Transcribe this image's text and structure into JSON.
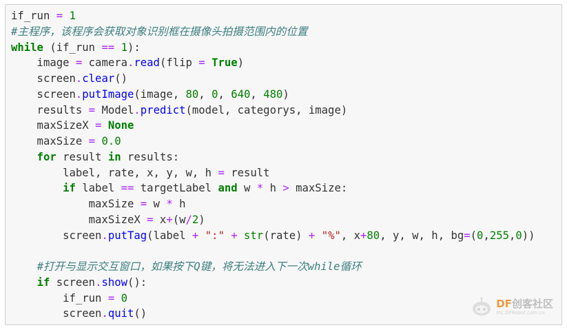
{
  "code": {
    "lines": [
      [
        [
          "plain",
          "if_run "
        ],
        [
          "op",
          "="
        ],
        [
          "plain",
          " "
        ],
        [
          "num",
          "1"
        ]
      ],
      [
        [
          "com",
          "#主程序，该程序会获取对象识别框在摄像头拍摄范围内的位置"
        ]
      ],
      [
        [
          "kw",
          "while"
        ],
        [
          "plain",
          " (if_run "
        ],
        [
          "op",
          "=="
        ],
        [
          "plain",
          " "
        ],
        [
          "num",
          "1"
        ],
        [
          "plain",
          "):"
        ]
      ],
      [
        [
          "plain",
          "    image "
        ],
        [
          "op",
          "="
        ],
        [
          "plain",
          " camera"
        ],
        [
          "op",
          "."
        ],
        [
          "fn",
          "read"
        ],
        [
          "plain",
          "(flip "
        ],
        [
          "op",
          "="
        ],
        [
          "plain",
          " "
        ],
        [
          "kw",
          "True"
        ],
        [
          "plain",
          ")"
        ]
      ],
      [
        [
          "plain",
          "    screen"
        ],
        [
          "op",
          "."
        ],
        [
          "fn",
          "clear"
        ],
        [
          "plain",
          "()"
        ]
      ],
      [
        [
          "plain",
          "    screen"
        ],
        [
          "op",
          "."
        ],
        [
          "fn",
          "putImage"
        ],
        [
          "plain",
          "(image, "
        ],
        [
          "num",
          "80"
        ],
        [
          "plain",
          ", "
        ],
        [
          "num",
          "0"
        ],
        [
          "plain",
          ", "
        ],
        [
          "num",
          "640"
        ],
        [
          "plain",
          ", "
        ],
        [
          "num",
          "480"
        ],
        [
          "plain",
          ")"
        ]
      ],
      [
        [
          "plain",
          "    results "
        ],
        [
          "op",
          "="
        ],
        [
          "plain",
          " Model"
        ],
        [
          "op",
          "."
        ],
        [
          "fn",
          "predict"
        ],
        [
          "plain",
          "(model, categorys, image)"
        ]
      ],
      [
        [
          "plain",
          "    maxSizeX "
        ],
        [
          "op",
          "="
        ],
        [
          "plain",
          " "
        ],
        [
          "kw",
          "None"
        ]
      ],
      [
        [
          "plain",
          "    maxSize "
        ],
        [
          "op",
          "="
        ],
        [
          "plain",
          " "
        ],
        [
          "num",
          "0.0"
        ]
      ],
      [
        [
          "plain",
          "    "
        ],
        [
          "kw",
          "for"
        ],
        [
          "plain",
          " result "
        ],
        [
          "kw",
          "in"
        ],
        [
          "plain",
          " results:"
        ]
      ],
      [
        [
          "plain",
          "        label, rate, x, y, w, h "
        ],
        [
          "op",
          "="
        ],
        [
          "plain",
          " result"
        ]
      ],
      [
        [
          "plain",
          "        "
        ],
        [
          "kw",
          "if"
        ],
        [
          "plain",
          " label "
        ],
        [
          "op",
          "=="
        ],
        [
          "plain",
          " targetLabel "
        ],
        [
          "kw",
          "and"
        ],
        [
          "plain",
          " w "
        ],
        [
          "op",
          "*"
        ],
        [
          "plain",
          " h "
        ],
        [
          "op",
          ">"
        ],
        [
          "plain",
          " maxSize:"
        ]
      ],
      [
        [
          "plain",
          "            maxSize "
        ],
        [
          "op",
          "="
        ],
        [
          "plain",
          " w "
        ],
        [
          "op",
          "*"
        ],
        [
          "plain",
          " h"
        ]
      ],
      [
        [
          "plain",
          "            maxSizeX "
        ],
        [
          "op",
          "="
        ],
        [
          "plain",
          " x"
        ],
        [
          "op",
          "+"
        ],
        [
          "plain",
          "(w"
        ],
        [
          "op",
          "/"
        ],
        [
          "num",
          "2"
        ],
        [
          "plain",
          ")"
        ]
      ],
      [
        [
          "plain",
          "        screen"
        ],
        [
          "op",
          "."
        ],
        [
          "fn",
          "putTag"
        ],
        [
          "plain",
          "(label "
        ],
        [
          "op",
          "+"
        ],
        [
          "plain",
          " "
        ],
        [
          "str",
          "\":\""
        ],
        [
          "plain",
          " "
        ],
        [
          "op",
          "+"
        ],
        [
          "plain",
          " "
        ],
        [
          "builtin",
          "str"
        ],
        [
          "plain",
          "(rate) "
        ],
        [
          "op",
          "+"
        ],
        [
          "plain",
          " "
        ],
        [
          "str",
          "\"%\""
        ],
        [
          "plain",
          ", x"
        ],
        [
          "op",
          "+"
        ],
        [
          "num",
          "80"
        ],
        [
          "plain",
          ", y, w, h, bg"
        ],
        [
          "op",
          "="
        ],
        [
          "plain",
          "("
        ],
        [
          "num",
          "0"
        ],
        [
          "plain",
          ","
        ],
        [
          "num",
          "255"
        ],
        [
          "plain",
          ","
        ],
        [
          "num",
          "0"
        ],
        [
          "plain",
          "))"
        ]
      ],
      [],
      [
        [
          "plain",
          "    "
        ],
        [
          "com",
          "#打开与显示交互窗口，如果按下Q键，将无法进入下一次while循环"
        ]
      ],
      [
        [
          "plain",
          "    "
        ],
        [
          "kw",
          "if"
        ],
        [
          "plain",
          " screen"
        ],
        [
          "op",
          "."
        ],
        [
          "fn",
          "show"
        ],
        [
          "plain",
          "():"
        ]
      ],
      [
        [
          "plain",
          "        if_run "
        ],
        [
          "op",
          "="
        ],
        [
          "plain",
          " "
        ],
        [
          "num",
          "0"
        ]
      ],
      [
        [
          "plain",
          "        screen"
        ],
        [
          "op",
          "."
        ],
        [
          "fn",
          "quit"
        ],
        [
          "plain",
          "()"
        ]
      ]
    ]
  },
  "watermark": {
    "brand": "DF",
    "name": "创客社区",
    "url": "mc.DFRobot.com.cn",
    "icon": "robot-head-icon",
    "accent_color": "#f08a24"
  }
}
